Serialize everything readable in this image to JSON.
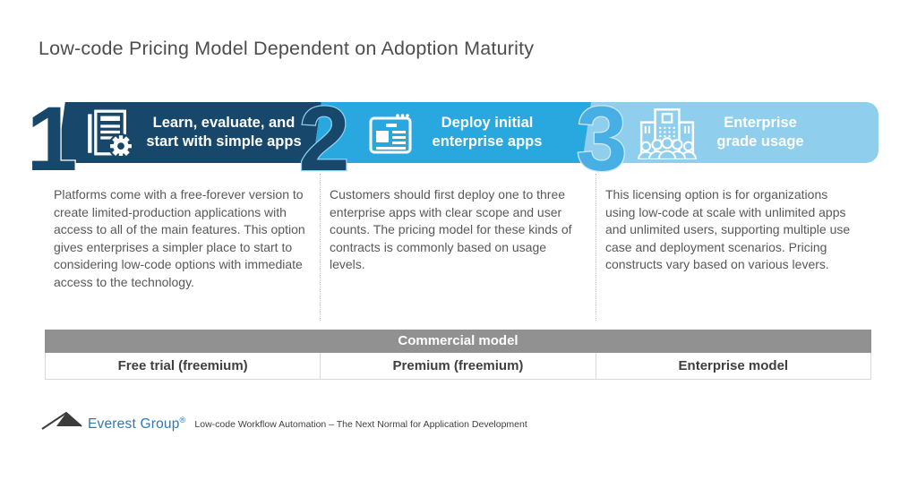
{
  "title": "Low-code Pricing Model Dependent on Adoption Maturity",
  "stages": [
    {
      "number": "1",
      "icon": "document-gear-icon",
      "label_line1": "Learn, evaluate, and",
      "label_line2": "start with simple apps",
      "description": "Platforms come with a free-forever version to create limited-production applications with access to all of the main features. This option gives enterprises a simpler place to start to considering low-code options with immediate access to the technology.",
      "model": "Free trial (freemium)"
    },
    {
      "number": "2",
      "icon": "browser-window-icon",
      "label_line1": "Deploy initial",
      "label_line2": "enterprise apps",
      "description": "Customers should first deploy one to three enterprise apps with clear scope and user counts. The pricing model for these kinds of contracts is commonly based on usage levels.",
      "model": "Premium (freemium)"
    },
    {
      "number": "3",
      "icon": "building-users-icon",
      "label_line1": "Enterprise",
      "label_line2": "grade usage",
      "description": "This licensing option is for organizations using low-code at scale with unlimited apps and unlimited users, supporting multiple use case and deployment scenarios. Pricing constructs vary based on various levers.",
      "model": "Enterprise model"
    }
  ],
  "table": {
    "header": "Commercial model"
  },
  "footer": {
    "brand": "Everest Group",
    "registered": "®",
    "caption": "Low-code Workflow Automation – The Next Normal for Application Development"
  },
  "colors": {
    "stage1_navy": "#17486b",
    "stage2_blue": "#29a8e0",
    "stage3_light_blue": "#8fceec",
    "digit3_blue": "#47afe3",
    "table_header_gray": "#919191",
    "logo_blue": "#2b79b9"
  }
}
